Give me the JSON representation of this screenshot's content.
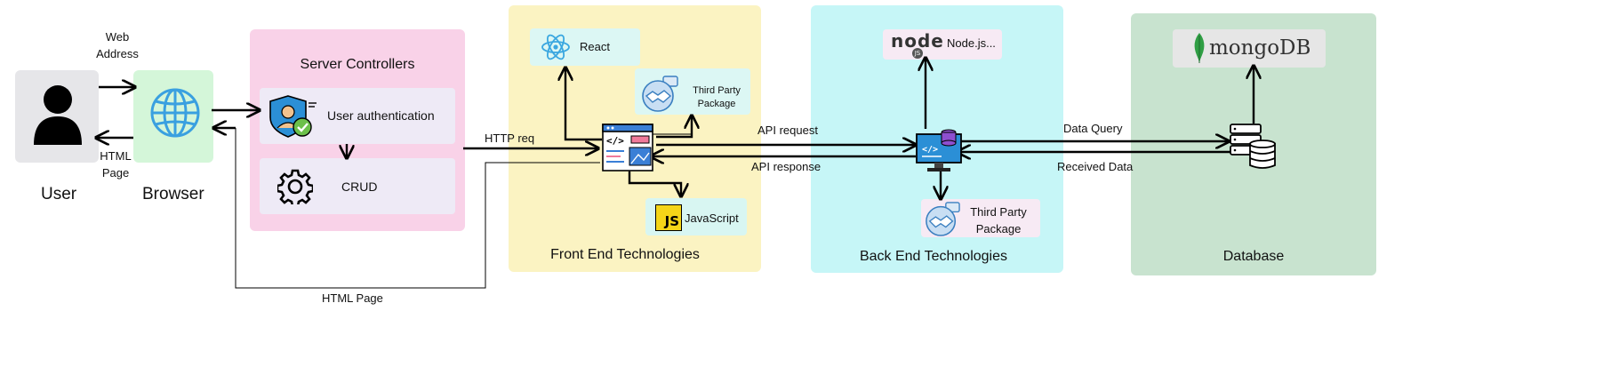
{
  "user": {
    "label": "User"
  },
  "browser": {
    "label": "Browser"
  },
  "edges": {
    "web_address_line1": "Web",
    "web_address_line2": "Address",
    "html_page_line1": "HTML",
    "html_page_line2": "Page",
    "http_req": "HTTP req",
    "html_page_return": "HTML Page",
    "api_request": "API request",
    "api_response": "API response",
    "data_query": "Data Query",
    "received_data": "Received Data"
  },
  "server_controllers": {
    "title": "Server Controllers",
    "items": [
      {
        "label": "User authentication"
      },
      {
        "label": "CRUD"
      }
    ]
  },
  "front_end": {
    "title": "Front End Technologies",
    "react": "React",
    "third_party_line1": "Third Party",
    "third_party_line2": "Package",
    "javascript": "JavaScript",
    "js_badge": "JS"
  },
  "back_end": {
    "title": "Back End Technologies",
    "node": "Node.js...",
    "node_logo": "node",
    "node_badge": "JS",
    "third_party_line1": "Third Party",
    "third_party_line2": "Package"
  },
  "database": {
    "title": "Database",
    "mongo_logo": "mongoDB"
  },
  "colors": {
    "server_panel": "#f9d2e8",
    "server_card": "#eeeaf6",
    "frontend_panel": "#fbf3c2",
    "react_card": "#dcf7f4",
    "js_card": "#d8f6f2",
    "js_badge": "#f5d518",
    "backend_panel": "#c6f6f7",
    "node_card": "#f7eaf4",
    "database_panel": "#c8e3cf",
    "mongo_card": "#e6e6e6",
    "user_box": "#e6e6e9",
    "browser_box": "#d4f6d9",
    "globe": "#3aa0e0",
    "mongo_leaf": "#2f9e44"
  },
  "icons": [
    "user-icon",
    "globe-icon",
    "auth-shield-icon",
    "gear-icon",
    "react-icon",
    "handshake-icon",
    "javascript-icon",
    "webpage-icon",
    "node-icon",
    "server-monitor-icon",
    "mongodb-leaf-icon",
    "database-server-icon"
  ]
}
